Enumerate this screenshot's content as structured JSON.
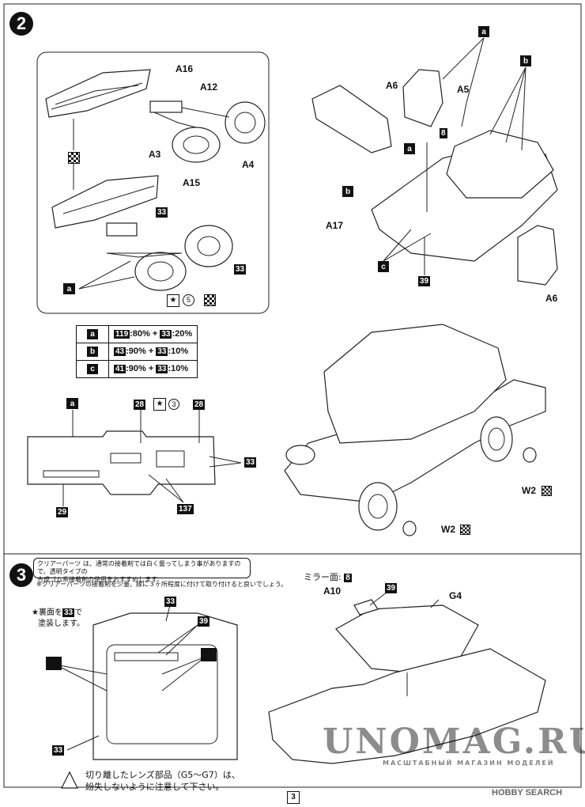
{
  "step2": {
    "number": "2",
    "inset_labels": {
      "a16": "A16",
      "a12": "A12",
      "a3": "A3",
      "a4": "A4",
      "a15": "A15",
      "a_letter": "a",
      "num33a": "33",
      "num33b": "33",
      "star_num": "5"
    },
    "right_labels": {
      "a": "a",
      "b": "b",
      "a6_top": "A6",
      "a5": "A5",
      "num8": "8",
      "a_mid": "a",
      "b_mid": "b",
      "a17": "A17",
      "c": "c",
      "num39": "39",
      "a6_right": "A6"
    },
    "mix_table": [
      {
        "key": "a",
        "color1": "119",
        "pct1": ":80% + ",
        "color2": "33",
        "pct2": ":20%"
      },
      {
        "key": "b",
        "color1": "43",
        "pct1": ":90% + ",
        "color2": "33",
        "pct2": ":10%"
      },
      {
        "key": "c",
        "color1": "41",
        "pct1": ":90% + ",
        "color2": "33",
        "pct2": ":10%"
      }
    ],
    "dash": {
      "a": "a",
      "num28_left": "28",
      "star_num": "3",
      "num28_right": "28",
      "num33": "33",
      "num29": "29",
      "num137": "137"
    },
    "chassis": {
      "w2_top": "W2",
      "w2_bottom": "W2"
    }
  },
  "step3": {
    "number": "3",
    "note_line1": "クリアーパーツ は、通常の接着剤では白く曇ってしまう事がありますので、透明タイプの",
    "note_line2": "合成ゴム系接着剤の使用をおすすめします。",
    "note_line3": "※クリアーパーツの接着剤を少量、縁に３ヶ所程度に付けて取り付けると良いでしょう。",
    "paint_note_1": "★裏面を",
    "paint_note_num": "33",
    "paint_note_2": "で",
    "paint_note_3": "塗装します。",
    "num33_top": "33",
    "num39": "39",
    "num33_bottom": "33",
    "warning_line1": "切り離したレンズ部品（G5～G7）は、",
    "warning_line2": "紛失しないように注意して下さい。",
    "mirror_label": "ミラー面:",
    "mirror_num": "8",
    "a10": "A10",
    "num39_right": "39",
    "g4": "G4"
  },
  "page_number": "3",
  "watermark": {
    "main": "UNOMAG.RU",
    "sub": "МАСШТАБНЫЙ МАГАЗИН МОДЕЛЕЙ",
    "corner": "HOBBY SEARCH"
  }
}
